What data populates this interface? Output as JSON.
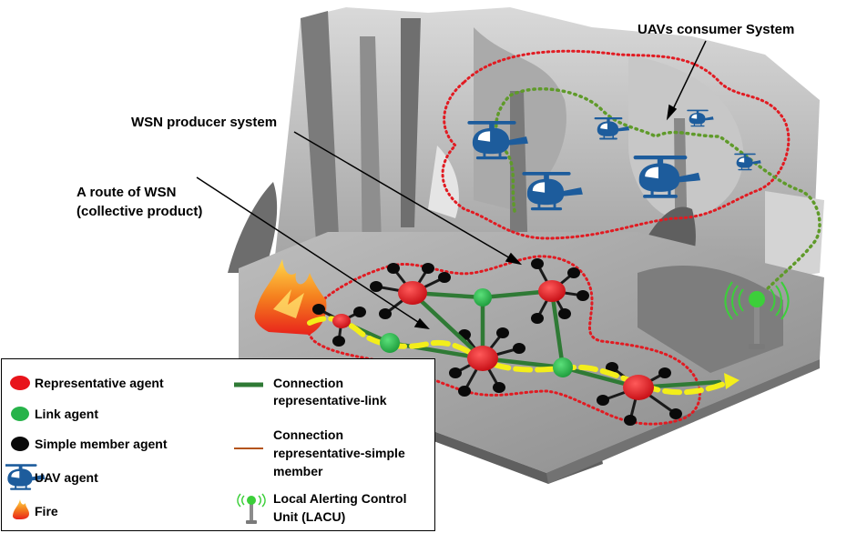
{
  "labels": {
    "uav_system": "UAVs consumer System",
    "wsn_system": "WSN producer system",
    "route_line1": "A route of WSN",
    "route_line2": "(collective product)"
  },
  "legend": {
    "representative": "Representative agent",
    "link": "Link agent",
    "simple": "Simple member agent",
    "uav": "UAV agent",
    "fire": "Fire",
    "conn_rep_link_1": "Connection",
    "conn_rep_link_2": "representative-link",
    "conn_rep_simple_1": "Connection",
    "conn_rep_simple_2": "representative-simple",
    "conn_rep_simple_3": "member",
    "lacu_1": "Local Alerting Control",
    "lacu_2": "Unit (LACU)"
  },
  "colors": {
    "representative": "#e8141b",
    "link": "#27b34a",
    "simple": "#0a0a0a",
    "uav": "#1d5c9c",
    "conn_rep_link": "#2f7a35",
    "conn_rep_simple": "#b4541a",
    "route": "#f3ee1a",
    "boundary_red": "#e11b22",
    "boundary_green": "#5f9a2a",
    "lacu": "#3ccf3a"
  }
}
